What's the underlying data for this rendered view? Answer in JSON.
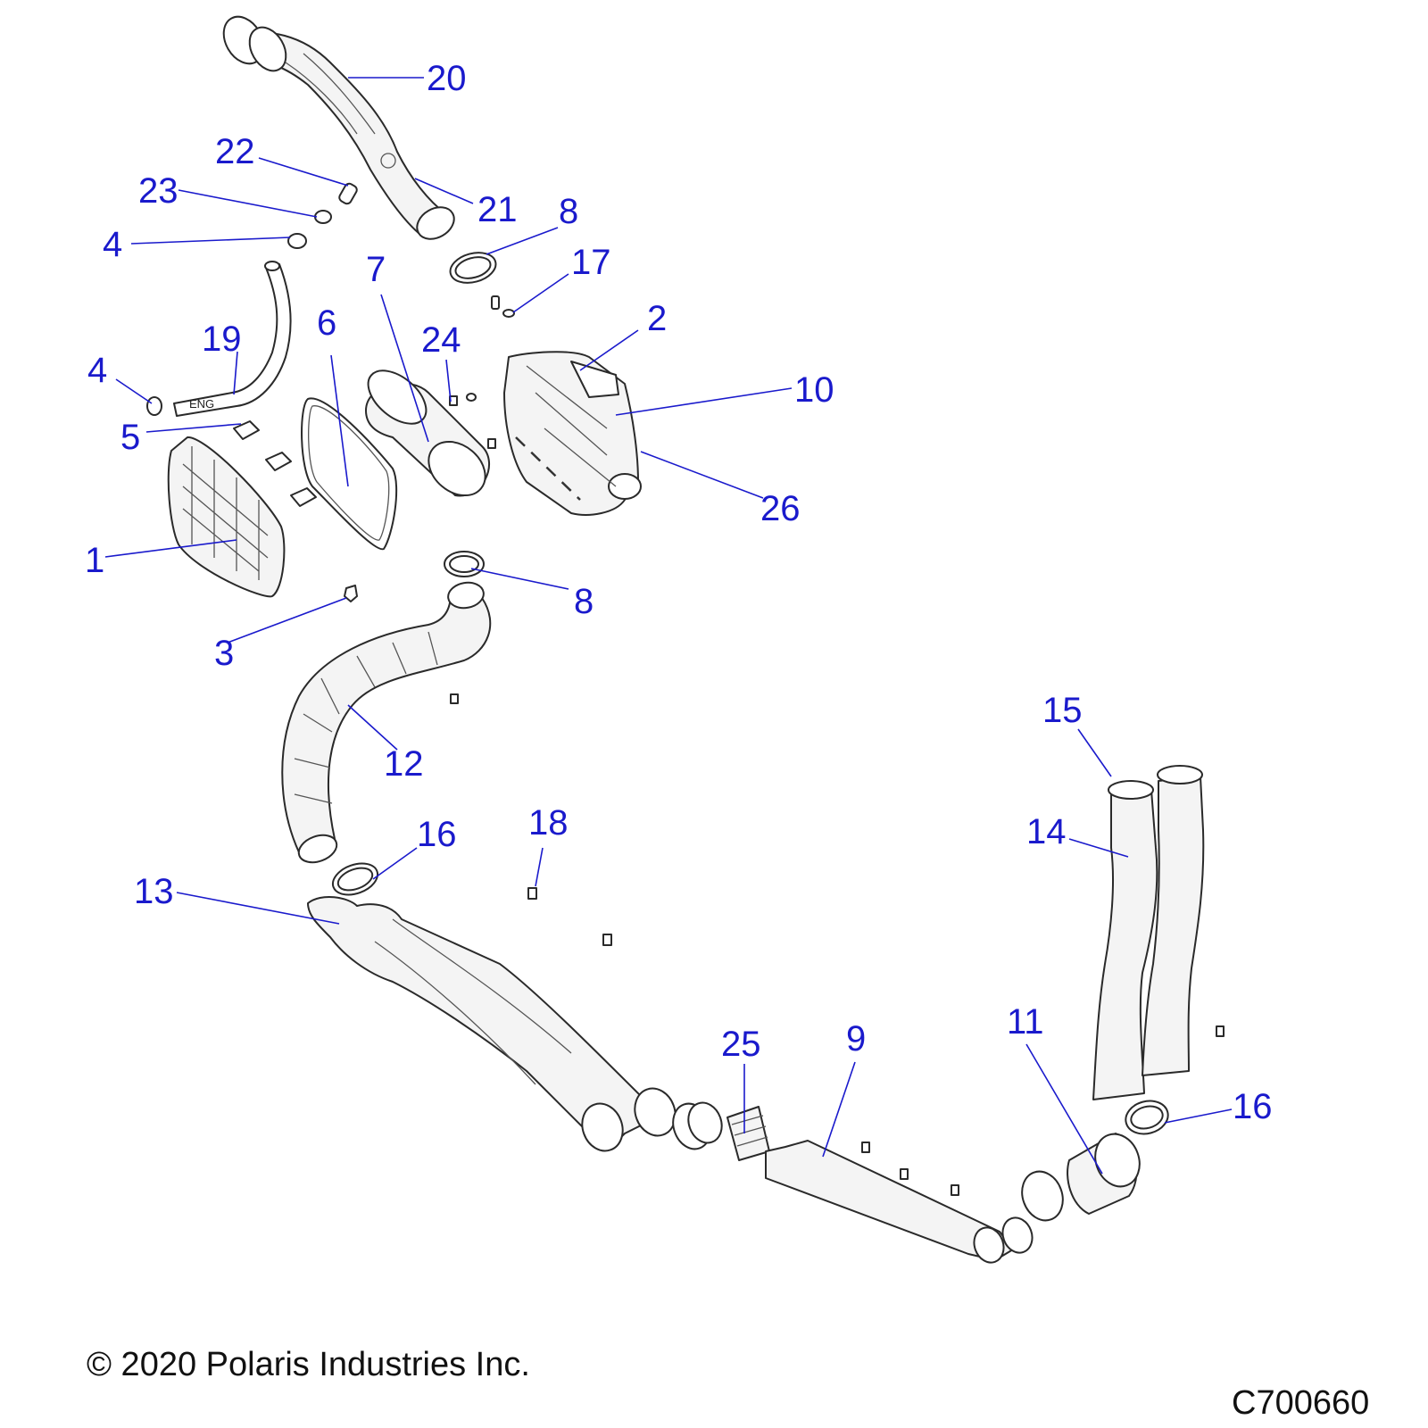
{
  "diagram": {
    "copyright": "© 2020 Polaris Industries Inc.",
    "figure_code": "C700660",
    "hose_marking": "ENG",
    "callouts": {
      "c1": "1",
      "c2": "2",
      "c3": "3",
      "c4a": "4",
      "c4b": "4",
      "c5": "5",
      "c6": "6",
      "c7": "7",
      "c8a": "8",
      "c8b": "8",
      "c9": "9",
      "c10": "10",
      "c11": "11",
      "c12": "12",
      "c13": "13",
      "c14": "14",
      "c15": "15",
      "c16a": "16",
      "c16b": "16",
      "c17": "17",
      "c18": "18",
      "c19": "19",
      "c20": "20",
      "c21": "21",
      "c22": "22",
      "c23": "23",
      "c24": "24",
      "c25": "25",
      "c26": "26"
    }
  }
}
